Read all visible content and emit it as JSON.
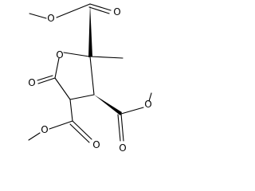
{
  "structure": {
    "atoms": {
      "ring_oxygen": "O",
      "lactone_carbonyl_oxygen": "O",
      "top_ester_carbonyl_oxygen": "O",
      "top_ester_ether_oxygen": "O",
      "right_ester_carbonyl_oxygen": "O",
      "right_ester_ether_oxygen": "O",
      "bottom_ester_carbonyl_oxygen": "O",
      "bottom_ester_ether_oxygen": "O"
    }
  }
}
